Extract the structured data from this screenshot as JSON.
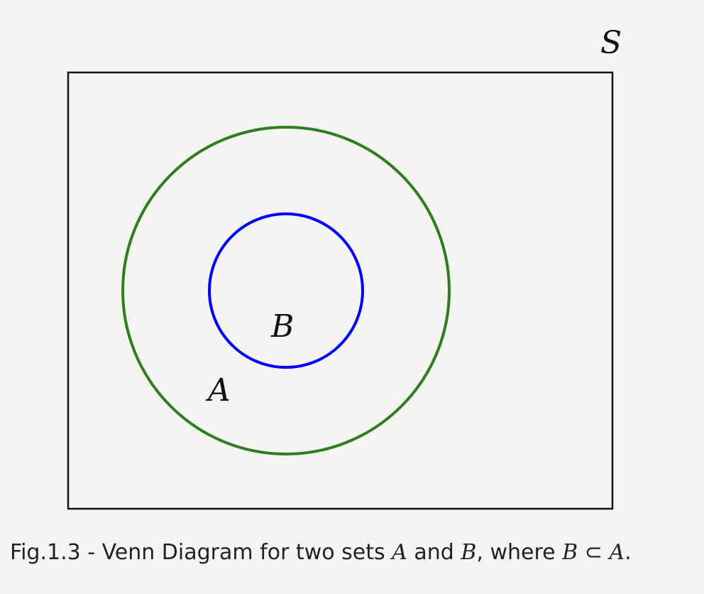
{
  "diagram": {
    "universe_label": "S",
    "outer_set_label": "A",
    "inner_set_label": "B",
    "colors": {
      "universe_border": "#111111",
      "outer_circle": "#2e7d1e",
      "inner_circle": "#0000ff",
      "background": "#f5f4f2"
    }
  },
  "caption": {
    "prefix": "Fig.1.3 - Venn Diagram for two sets ",
    "set_a": "A",
    "and_text": " and ",
    "set_b": "B",
    "where_text": ", where ",
    "rel_b": "B",
    "subset_symbol": " ⊂ ",
    "rel_a": "A",
    "suffix": "."
  }
}
